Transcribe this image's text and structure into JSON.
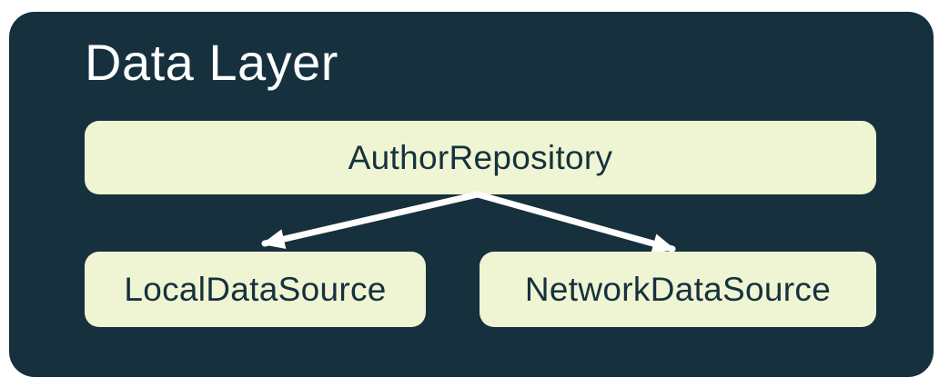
{
  "diagram": {
    "title": "Data Layer",
    "nodes": [
      {
        "id": "author-repository",
        "label": "AuthorRepository",
        "role": "repository"
      },
      {
        "id": "local-data-source",
        "label": "LocalDataSource",
        "role": "data-source"
      },
      {
        "id": "network-data-source",
        "label": "NetworkDataSource",
        "role": "data-source"
      }
    ],
    "edges": [
      {
        "from": "AuthorRepository",
        "to": "LocalDataSource",
        "style": "arrow"
      },
      {
        "from": "AuthorRepository",
        "to": "NetworkDataSource",
        "style": "arrow"
      }
    ],
    "colors": {
      "container_bg": "#16303E",
      "node_bg": "#EFF5D2",
      "node_text": "#16313F",
      "title_text": "#FDFEFE",
      "arrow": "#FFFFFF",
      "page_bg": "#FFFFFF"
    }
  }
}
